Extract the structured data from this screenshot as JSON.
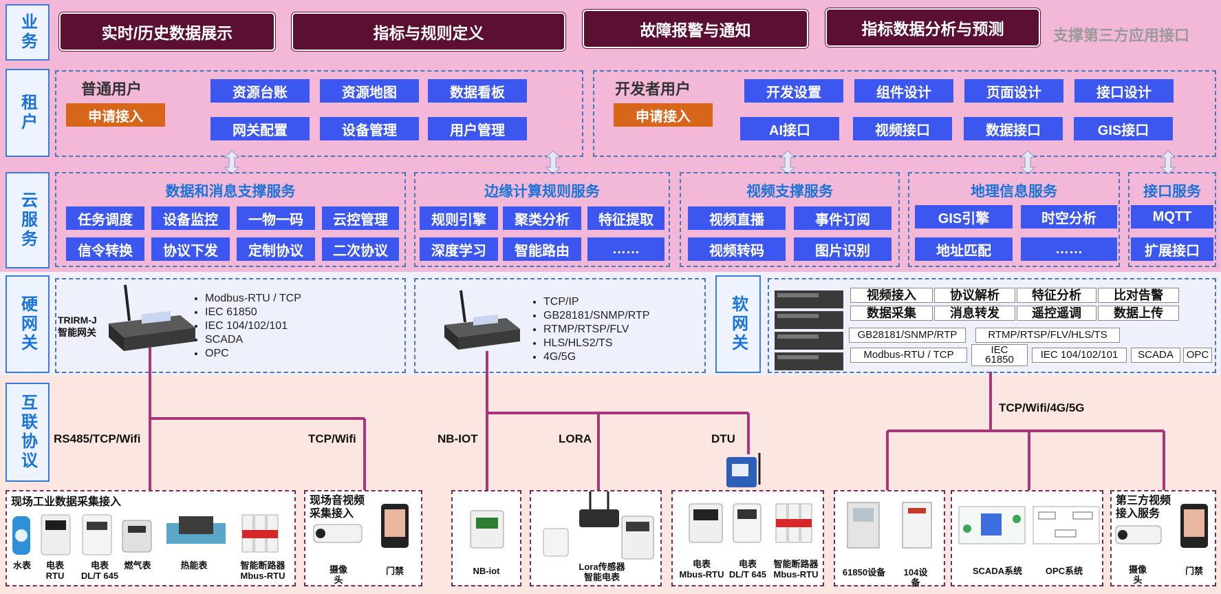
{
  "layers": {
    "biz": "业务",
    "tenant": "租户",
    "cloud": "云服务",
    "hw_gateway": "硬网关",
    "protocol": "互联协议",
    "sw_gateway": "软网关"
  },
  "business": {
    "items": [
      "实时/历史数据展示",
      "指标与规则定义",
      "故障报警与通知",
      "指标数据分析与预测"
    ],
    "third_party": "支撑第三方应用接口"
  },
  "tenant": {
    "normal": {
      "title": "普通用户",
      "apply": "申请接入",
      "row1": [
        "资源台账",
        "资源地图",
        "数据看板"
      ],
      "row2": [
        "网关配置",
        "设备管理",
        "用户管理"
      ]
    },
    "developer": {
      "title": "开发者用户",
      "apply": "申请接入",
      "row1": [
        "开发设置",
        "组件设计",
        "页面设计",
        "接口设计"
      ],
      "row2": [
        "AI接口",
        "视频接口",
        "数据接口",
        "GIS接口"
      ]
    }
  },
  "cloud": {
    "data_msg": {
      "title": "数据和消息支撑服务",
      "row1": [
        "任务调度",
        "设备监控",
        "一物一码",
        "云控管理"
      ],
      "row2": [
        "信令转换",
        "协议下发",
        "定制协议",
        "二次协议"
      ]
    },
    "edge": {
      "title": "边缘计算规则服务",
      "row1": [
        "规则引擎",
        "聚类分析",
        "特征提取"
      ],
      "row2": [
        "深度学习",
        "智能路由",
        "……"
      ]
    },
    "video": {
      "title": "视频支撑服务",
      "row1": [
        "视频直播",
        "事件订阅"
      ],
      "row2": [
        "视频转码",
        "图片识别"
      ]
    },
    "geo": {
      "title": "地理信息服务",
      "row1": [
        "GIS引擎",
        "时空分析"
      ],
      "row2": [
        "地址匹配",
        "……"
      ]
    },
    "api": {
      "title": "接口服务",
      "row1": [
        "MQTT"
      ],
      "row2": [
        "扩展接口"
      ]
    }
  },
  "hw": {
    "gw1_label": "TRIRM-J\n智能网关",
    "gw1_protocols": [
      "Modbus-RTU / TCP",
      "IEC 61850",
      "IEC 104/102/101",
      "SCADA",
      "OPC"
    ],
    "gw2_protocols": [
      "TCP/IP",
      "GB28181/SNMP/RTP",
      "RTMP/RTSP/FLV",
      "HLS/HLS2/TS",
      "4G/5G"
    ]
  },
  "sw": {
    "row1": [
      "视频接入",
      "协议解析",
      "特征分析",
      "比对告警"
    ],
    "row2": [
      "数据采集",
      "消息转发",
      "遥控遥调",
      "数据上传"
    ],
    "row3": [
      "GB28181/SNMP/RTP",
      "RTMP/RTSP/FLV/HLS/TS"
    ],
    "row4": [
      "Modbus-RTU / TCP",
      "IEC\n61850",
      "IEC 104/102/101",
      "SCADA",
      "OPC"
    ]
  },
  "protocols": {
    "rs485": "RS485/TCP/Wifi",
    "tcp_wifi": "TCP/Wifi",
    "nbiot": "NB-IOT",
    "lora": "LORA",
    "dtu": "DTU",
    "tcp4g5g": "TCP/Wifi/4G/5G"
  },
  "devices": {
    "industrial_title": "现场工业数据采集接入",
    "industrial": [
      "水表",
      "电表\nRTU",
      "电表\nDL/T 645",
      "燃气表",
      "热能表",
      "智能断路器\nMbus-RTU"
    ],
    "av_title": "现场音视频\n采集接入",
    "av": [
      "摄像\n头",
      "门禁"
    ],
    "nbiot": [
      "NB-iot"
    ],
    "lora": [
      "Lora传感器\n智能电表"
    ],
    "dtu": [
      "电表\nMbus-RTU",
      "电表\nDL/T 645",
      "智能断路器\nMbus-RTU"
    ],
    "iec": [
      "61850设备",
      "104设\n备"
    ],
    "scada": [
      "SCADA系统",
      "OPC系统"
    ],
    "third_title": "第三方视频\n接入服务",
    "third": [
      "摄像\n头",
      "门禁"
    ]
  }
}
